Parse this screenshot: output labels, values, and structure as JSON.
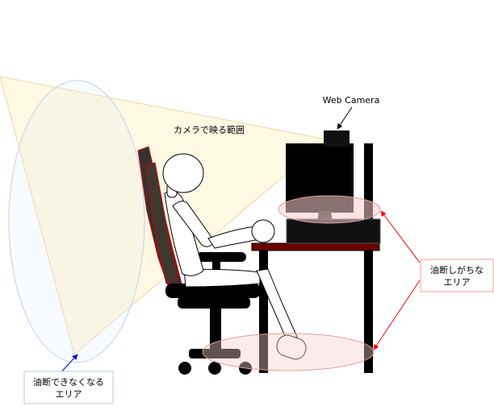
{
  "labels": {
    "web_camera": "Web Camera",
    "camera_range": "カメラで映る範囲",
    "blind_area_line1": "油断できなくなる",
    "blind_area_line2": "エリア",
    "careless_area_line1": "油断しがちな",
    "careless_area_line2": "エリア"
  },
  "colors": {
    "camera_cone": "#fff2cc",
    "blind_ellipse_stroke": "#c9d6ec",
    "careless_ellipse_fill": "#f8cecc",
    "careless_ellipse_stroke": "#e0a0a0",
    "desk_top": "#6a0000",
    "arrow_red": "#ff0000",
    "arrow_blue": "#0000dd",
    "chair_outline": "#cc0000"
  }
}
